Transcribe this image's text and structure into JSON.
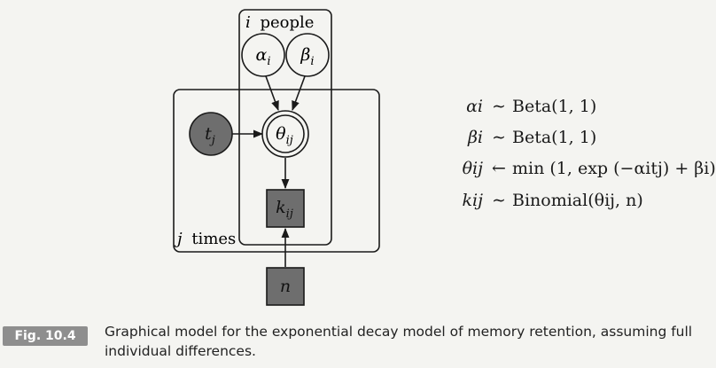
{
  "diagram": {
    "nodes": {
      "alpha": {
        "symbol": "α",
        "subscript": "i",
        "kind": "stochastic"
      },
      "beta": {
        "symbol": "β",
        "subscript": "i",
        "kind": "stochastic"
      },
      "t": {
        "symbol": "t",
        "subscript": "j",
        "kind": "observed"
      },
      "theta": {
        "symbol": "θ",
        "subscript": "ij",
        "kind": "deterministic"
      },
      "k": {
        "symbol": "k",
        "subscript": "ij",
        "kind": "observed-discrete"
      },
      "n": {
        "symbol": "n",
        "subscript": "",
        "kind": "observed-discrete"
      }
    },
    "plates": {
      "people": {
        "index": "i",
        "label": "people"
      },
      "times": {
        "index": "j",
        "label": "times"
      }
    },
    "edges": [
      {
        "from": "alpha",
        "to": "theta"
      },
      {
        "from": "beta",
        "to": "theta"
      },
      {
        "from": "t",
        "to": "theta"
      },
      {
        "from": "theta",
        "to": "k"
      },
      {
        "from": "n",
        "to": "k"
      }
    ],
    "colors": {
      "observed_fill": "#6e6e6e",
      "node_stroke": "#1a1a1a",
      "background": "#f4f4f1"
    }
  },
  "equations": [
    {
      "lhs": "αi",
      "op": "∼",
      "rhs": "Beta(1, 1)"
    },
    {
      "lhs": "βi",
      "op": "∼",
      "rhs": "Beta(1, 1)"
    },
    {
      "lhs": "θij",
      "op": "←",
      "rhs": "min (1, exp (−αitj) + βi)"
    },
    {
      "lhs": "kij",
      "op": "∼",
      "rhs": "Binomial(θij, n)"
    }
  ],
  "caption": {
    "label": "Fig. 10.4",
    "text": "Graphical model for the exponential decay model of memory retention, assuming full individual differences."
  }
}
